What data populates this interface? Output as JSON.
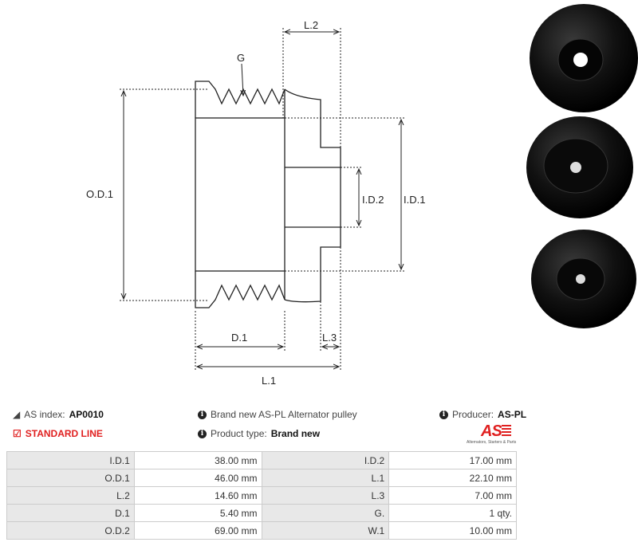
{
  "drawing": {
    "labels": {
      "g": "G",
      "od1": "O.D.1",
      "id1": "I.D.1",
      "id2": "I.D.2",
      "l1": "L.1",
      "l2": "L.2",
      "l3": "L.3",
      "d1": "D.1"
    }
  },
  "info": {
    "as_index_label": "AS index:",
    "as_index_value": "AP0010",
    "line": "STANDARD LINE",
    "description": "Brand new AS-PL Alternator pulley",
    "product_type_label": "Product type:",
    "product_type_value": "Brand new",
    "producer_label": "Producer:",
    "producer_value": "AS-PL",
    "logo_text": "AS",
    "logo_tagline": "Alternators, Starters & Parts"
  },
  "colors": {
    "accent": "#e02020",
    "label_bg": "#e8e8e8"
  },
  "specs": [
    [
      {
        "label": "I.D.1",
        "value": "38.00 mm"
      },
      {
        "label": "I.D.2",
        "value": "17.00 mm"
      }
    ],
    [
      {
        "label": "O.D.1",
        "value": "46.00 mm"
      },
      {
        "label": "L.1",
        "value": "22.10 mm"
      }
    ],
    [
      {
        "label": "L.2",
        "value": "14.60 mm"
      },
      {
        "label": "L.3",
        "value": "7.00 mm"
      }
    ],
    [
      {
        "label": "D.1",
        "value": "5.40 mm"
      },
      {
        "label": "G.",
        "value": "1 qty."
      }
    ],
    [
      {
        "label": "O.D.2",
        "value": "69.00 mm"
      },
      {
        "label": "W.1",
        "value": "10.00 mm"
      }
    ]
  ]
}
